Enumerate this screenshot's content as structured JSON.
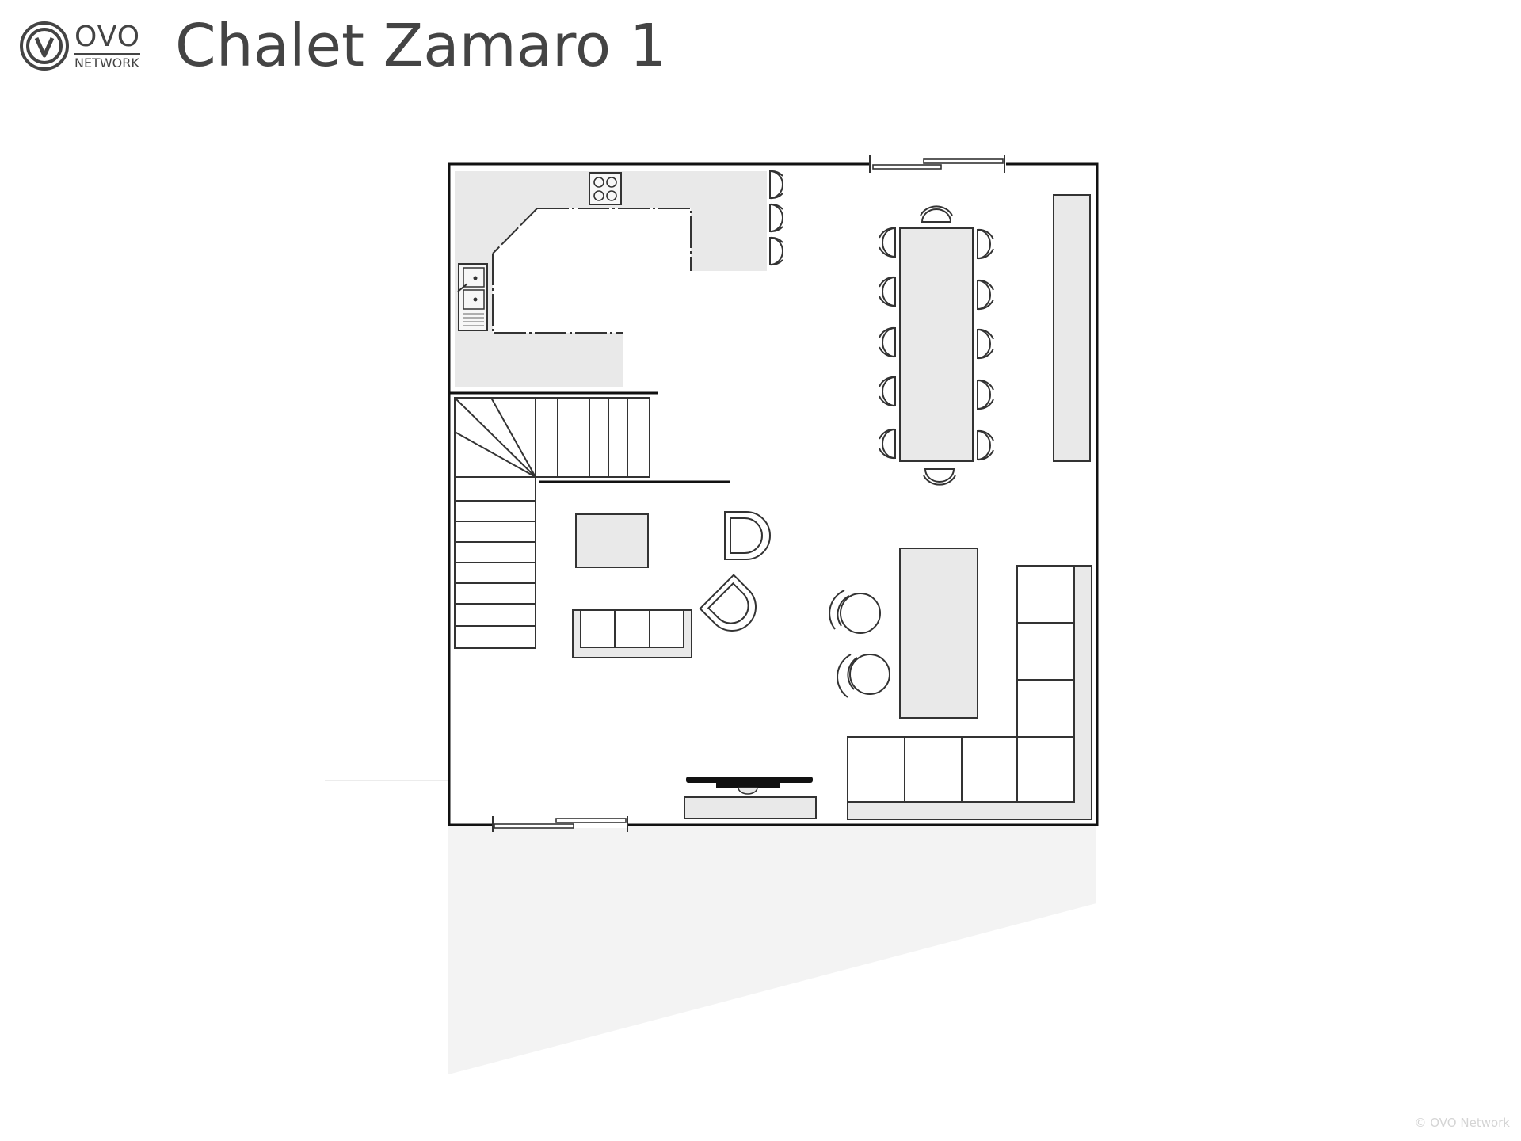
{
  "brand": {
    "logo_main": "OVO",
    "logo_sub": "NETWORK",
    "icon": "ovo-v-circle-icon"
  },
  "title": "Chalet Zamaro 1",
  "copyright": "© OVO Network",
  "colors": {
    "wall": "#111111",
    "fill": "#e9e9e9",
    "terrace": "#f3f3f3",
    "text": "#444444"
  }
}
